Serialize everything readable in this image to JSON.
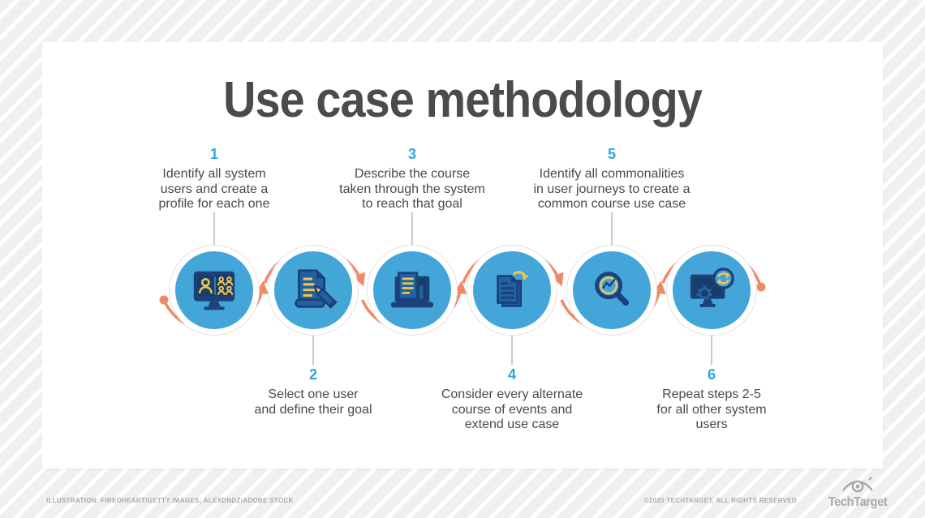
{
  "title": "Use case methodology",
  "steps": [
    {
      "number": "1",
      "icon": "monitor-users-icon",
      "label": "Identify all system\nusers and create a\nprofile for each one"
    },
    {
      "number": "2",
      "icon": "document-pencil-icon",
      "label": "Select one user\nand define their goal"
    },
    {
      "number": "3",
      "icon": "laptop-document-icon",
      "label": "Describe the course\ntaken through the system\nto reach that goal"
    },
    {
      "number": "4",
      "icon": "documents-refresh-icon",
      "label": "Consider every alternate\ncourse of events and\nextend use case"
    },
    {
      "number": "5",
      "icon": "magnifier-chart-icon",
      "label": "Identify all commonalities\nin user journeys to create a\ncommon course use case"
    },
    {
      "number": "6",
      "icon": "monitor-sync-icon",
      "label": "Repeat steps 2-5\nfor all other system\nusers"
    }
  ],
  "footer": {
    "credit": "ILLUSTRATION: FIREOHEART/GETTY IMAGES; ALEXDNDZ/ADOBE STOCK",
    "copyright": "©2020 TECHTARGET, ALL RIGHTS RESERVED",
    "brand": "TechTarget"
  },
  "colors": {
    "accent_blue": "#2aa7e0",
    "circle_blue": "#44a5d9",
    "icon_navy": "#1c4179",
    "icon_navy_dark": "#153e6b",
    "icon_mid_blue": "#2062a3",
    "icon_yellow": "#f3c54e",
    "arrow_orange": "#ef8a67",
    "title_gray": "#4b4b4e",
    "text_gray": "#4a4a4a"
  }
}
